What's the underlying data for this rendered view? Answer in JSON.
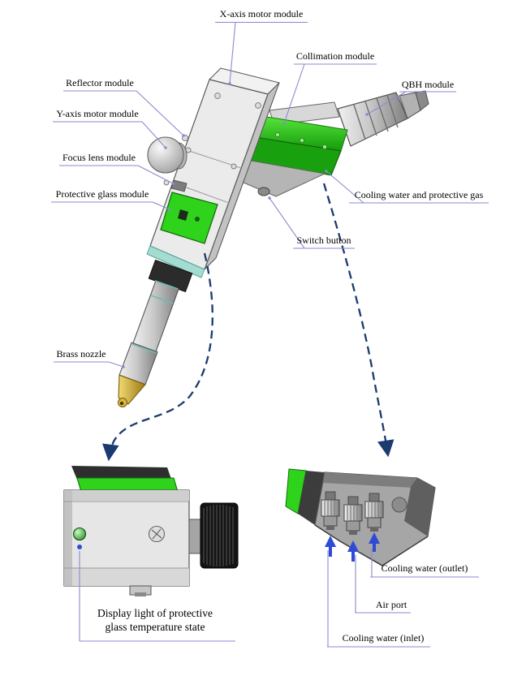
{
  "diagram": {
    "colors": {
      "leader_line": "#8a8ad0",
      "dashed_arrow": "#1b3a70",
      "bright_green": "#2fd31c",
      "brass": "#d9b53c",
      "blue_accent": "#2f4bd6"
    },
    "main_labels": {
      "x_axis_motor": "X-axis motor module",
      "collimation": "Collimation module",
      "qbh": "QBH module",
      "reflector": "Reflector module",
      "y_axis_motor": "Y-axis motor module",
      "focus_lens": "Focus lens module",
      "protective_glass": "Protective glass module",
      "cooling_water_gas": "Cooling water and protective gas",
      "switch_button": "Switch button",
      "brass_nozzle": "Brass nozzle"
    },
    "detail_labels": {
      "display_light_line1": "Display light of protective",
      "display_light_line2": "glass temperature state",
      "cooling_outlet": "Cooling water (outlet)",
      "air_port": "Air port",
      "cooling_inlet": "Cooling water (inlet)"
    }
  }
}
